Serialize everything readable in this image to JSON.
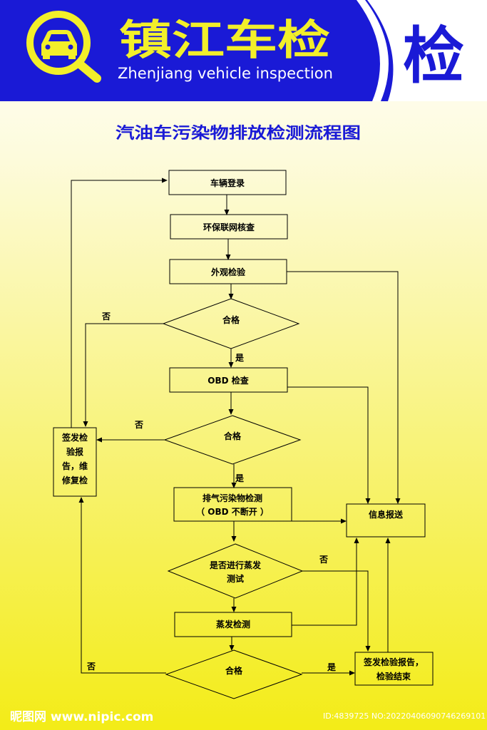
{
  "header": {
    "title": "镇江车检",
    "subtitle": "Zhenjiang vehicle inspection",
    "badge": "检",
    "colors": {
      "blue": "#1a1ad6",
      "icon": "#f2ef2a",
      "white": "#ffffff"
    },
    "icon": "car-magnifier-icon"
  },
  "diagram": {
    "title": "汽油车污染物排放检测流程图",
    "nodes": {
      "register": "车辆登录",
      "network_check": "环保联网核查",
      "visual": "外观检验",
      "pass1": "合格",
      "obd": "OBD 检查",
      "pass2": "合格",
      "emission_l1": "排气污染物检测",
      "emission_l2": "（ OBD 不断开 ）",
      "evap_q_l1": "是否进行蒸发",
      "evap_q_l2": "测试",
      "evap": "蒸发检测",
      "pass3": "合格",
      "report_l1": "信息报送",
      "fail_l1": "签发检",
      "fail_l2": "验报",
      "fail_l3": "告，维",
      "fail_l4": "修复检",
      "end_l1": "签发检验报告，",
      "end_l2": "检验结束"
    },
    "edges": {
      "yes1": "是",
      "no1": "否",
      "yes2": "是",
      "no2": "否",
      "no_evap": "否",
      "no3": "否",
      "yes3": "是"
    }
  },
  "watermark": {
    "left": "昵图网 www.nipic.com",
    "right": "ID:4839725 NO:20220406090746269101"
  }
}
